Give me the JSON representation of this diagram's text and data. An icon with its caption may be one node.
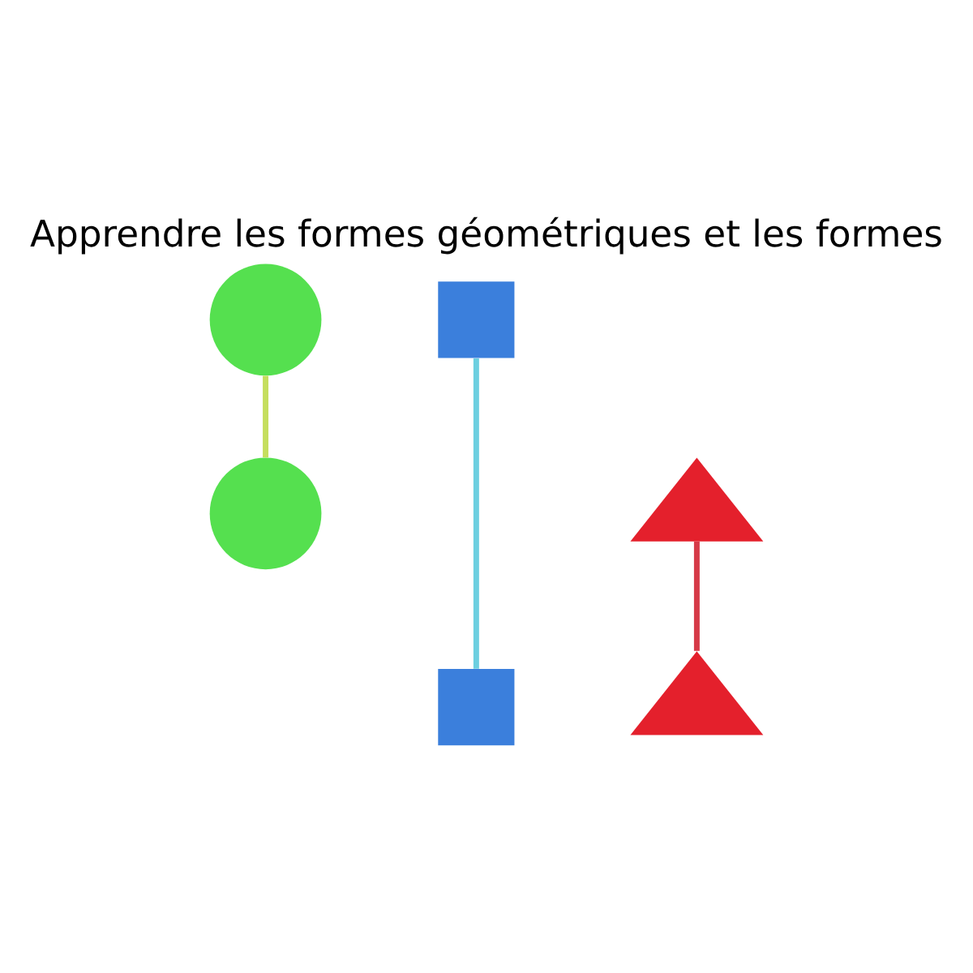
{
  "diagram": {
    "title": "Apprendre les formes géométriques et les formes",
    "nodes": [
      {
        "text": [],
        "shape": "circle"
      },
      {
        "text": [],
        "shape": "square"
      },
      {
        "text": [],
        "shape": "triangle"
      },
      {
        "text": [],
        "shape": "circle"
      },
      {
        "text": [],
        "shape": "triangle"
      },
      {
        "text": [],
        "shape": "square"
      }
    ],
    "edges": [
      {
        "from": 0,
        "to": 3,
        "arrow": "none",
        "color": "#c5de5e"
      },
      {
        "from": 1,
        "to": 5,
        "arrow": "none",
        "color": "#6ccfe0"
      },
      {
        "from": 2,
        "to": 4,
        "arrow": "none",
        "color": "#d63a48"
      }
    ]
  }
}
